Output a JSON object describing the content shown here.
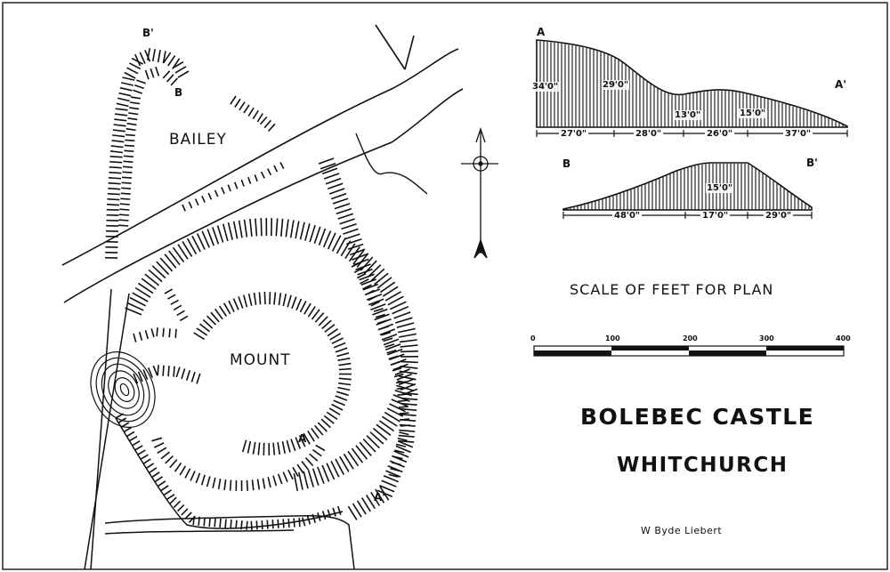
{
  "plan": {
    "bailey_label": "BAILEY",
    "mount_label": "MOUNT",
    "section_marks": {
      "a": "A",
      "a_prime": "A'",
      "b": "B",
      "b_prime": "B'"
    }
  },
  "section_a": {
    "start_label": "A",
    "end_label": "A'",
    "heights": [
      "34'0\"",
      "29'0\"",
      "13'0\"",
      "15'0\""
    ],
    "lengths": [
      "27'0\"",
      "28'0\"",
      "26'0\"",
      "37'0\""
    ]
  },
  "section_b": {
    "start_label": "B",
    "end_label": "B'",
    "heights": [
      "15'0\""
    ],
    "lengths": [
      "48'0\"",
      "17'0\"",
      "29'0\""
    ]
  },
  "scale": {
    "title": "SCALE OF FEET FOR PLAN",
    "ticks": [
      "0",
      "100",
      "200",
      "300",
      "400"
    ]
  },
  "title": {
    "main": "BOLEBEC CASTLE",
    "sub": "WHITCHURCH"
  },
  "credit": "W Byde Liebert"
}
